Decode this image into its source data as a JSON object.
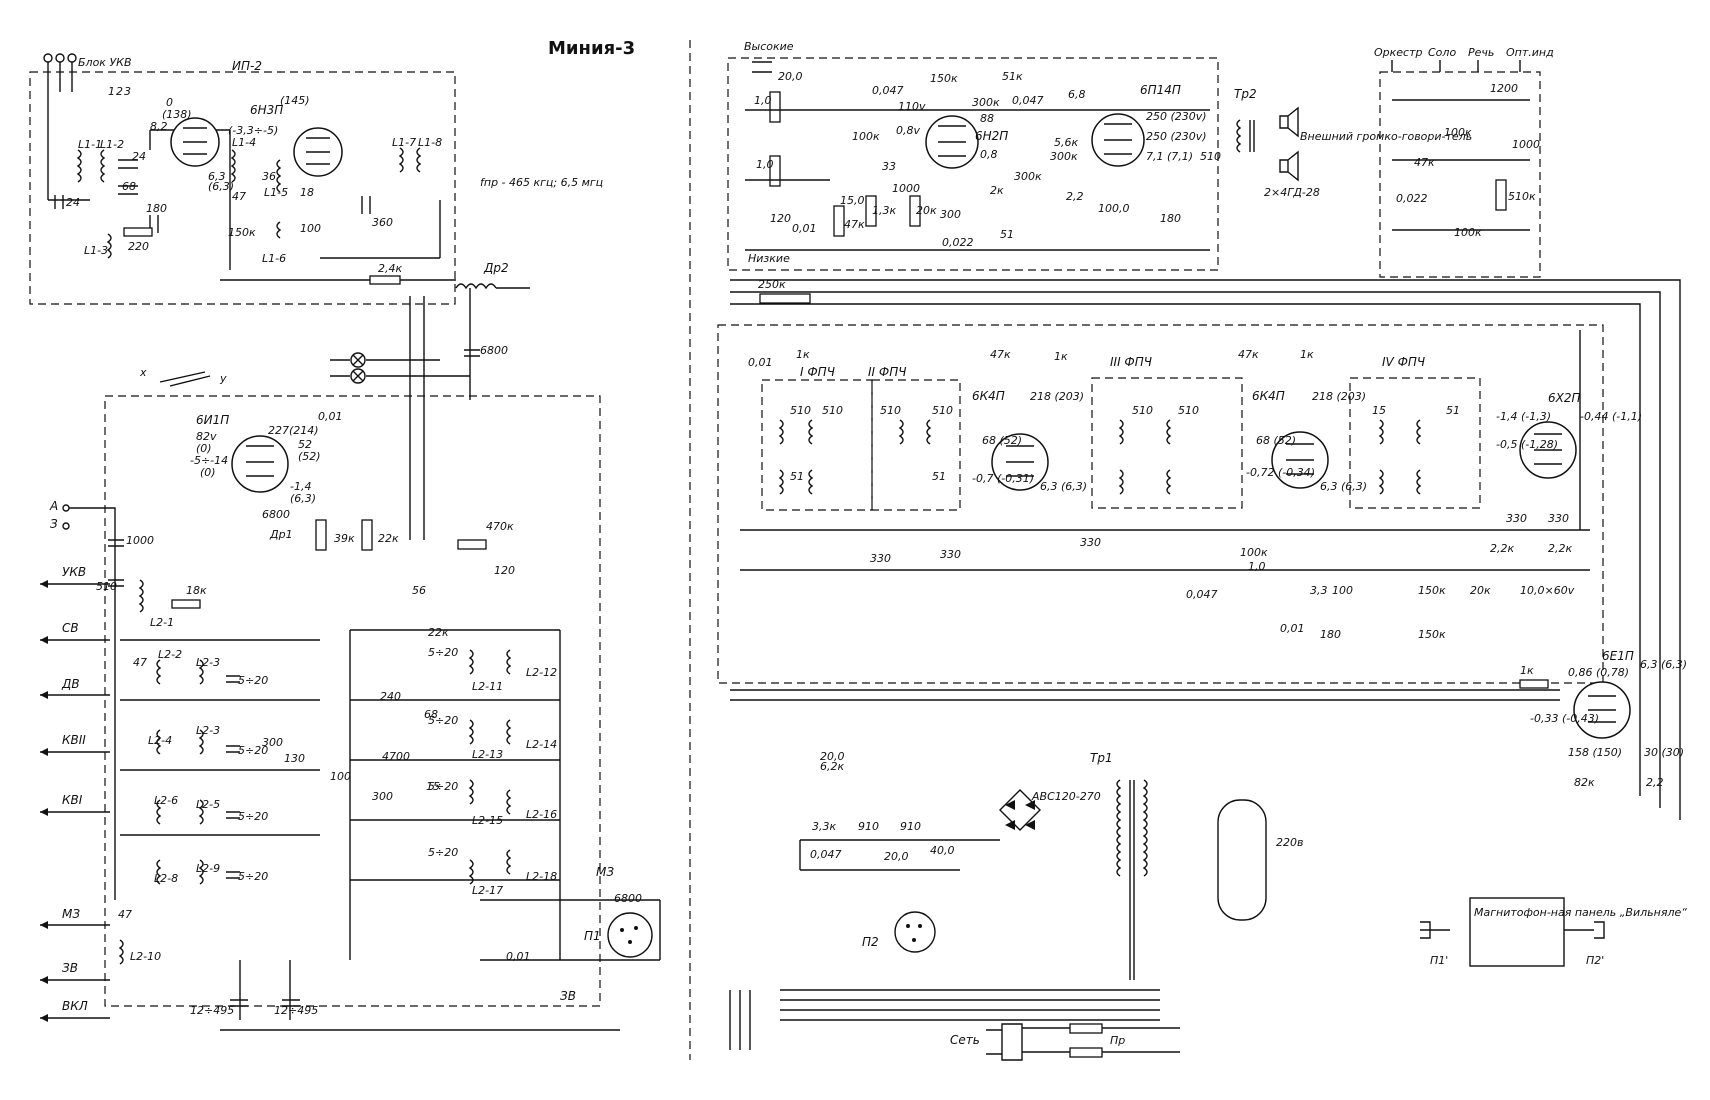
{
  "title": "Миния-3",
  "blocks": {
    "ukv": "Блок УКВ",
    "ip2": "ИП-2",
    "freq_note": "fпр - 465 кгц; 6,5 мгц"
  },
  "tubes": {
    "t1": "6Н3П",
    "t2": "6И1П",
    "t3": "6Н2П",
    "t4": "6П14П",
    "t5": "6К4П",
    "t6": "6К4П",
    "t7": "6Х2П",
    "t8": "6Е1П"
  },
  "filters": [
    "I ФПЧ",
    "II ФПЧ",
    "III ФПЧ",
    "IV ФПЧ"
  ],
  "bands": [
    "УКВ",
    "СВ",
    "ДВ",
    "КВII",
    "КВI",
    "МЗ",
    "ЗВ",
    "ВКЛ"
  ],
  "tone": {
    "high": "Высокие",
    "low": "Низкие"
  },
  "modes": [
    "Оркестр",
    "Соло",
    "Речь",
    "Опт.инд"
  ],
  "speaker": {
    "tr2": "Тр2",
    "label": "Внешний громко-говори-тель",
    "model": "2×4ГД-28"
  },
  "power": {
    "tr1": "Тр1",
    "rect": "АВС120-270",
    "mains": "Сеть",
    "fuse": "Пр",
    "voltage": "220в"
  },
  "connectors": {
    "p1": "П1",
    "p2": "П2",
    "dr1": "Др1",
    "dr2": "Др2",
    "mz": "МЗ",
    "zv": "ЗВ",
    "a": "А",
    "z": "З"
  },
  "tape": {
    "title": "Магнитофон-ная панель „Вильняле“",
    "p1": "П1'",
    "p2": "П2'"
  },
  "values": {
    "r_2_4k": "2,4к",
    "c_6800": "6800",
    "c_1000": "1000",
    "c_510": "510",
    "r_18k": "18к",
    "r_470k": "470к",
    "c_120": "120",
    "r_39k": "39к",
    "r_22k": "22к",
    "c_56": "56",
    "c_20_0": "20,0",
    "r_250k": "250к",
    "r_150k": "150к",
    "r_51k": "51к",
    "r_300k": "300к",
    "c_0_047": "0,047",
    "c_6_8": "6,8",
    "r_5_6k": "5,6к",
    "c_100_0": "100,0",
    "r_180": "180",
    "r_100k": "100к",
    "c_1200": "1200",
    "r_510k": "510к",
    "c_0_022": "0,022",
    "r_47k": "47к",
    "r_1k": "1к",
    "c_0_01": "0,01",
    "c_330": "330",
    "r_2_2k": "2,2к",
    "c_10_0": "10,0×60v",
    "r_82k": "82к",
    "r_6_2k": "6,2к",
    "r_3_3k": "3,3к",
    "r_910": "910",
    "c_40_0": "40,0",
    "c_12_495": "12÷495",
    "c_5_20": "5÷20",
    "c_4700": "4700",
    "c_300": "300",
    "c_240": "240"
  }
}
